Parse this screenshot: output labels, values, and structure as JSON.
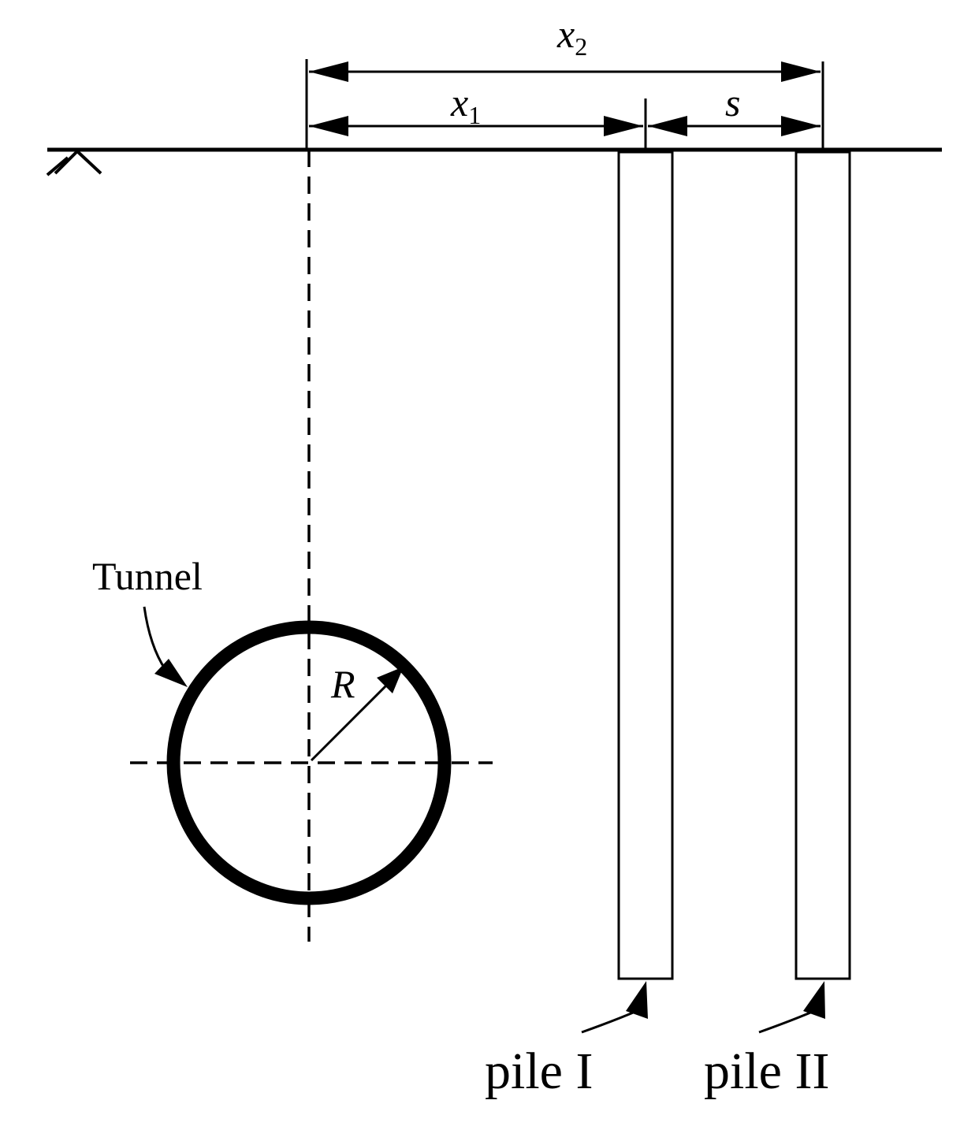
{
  "labels": {
    "x2": {
      "base": "x",
      "sub": "2"
    },
    "x1": {
      "base": "x",
      "sub": "1"
    },
    "s": "s",
    "R": "R",
    "tunnel": "Tunnel",
    "pile1": "pile I",
    "pile2": "pile II"
  },
  "colors": {
    "stroke": "#000000",
    "background": "#ffffff"
  }
}
